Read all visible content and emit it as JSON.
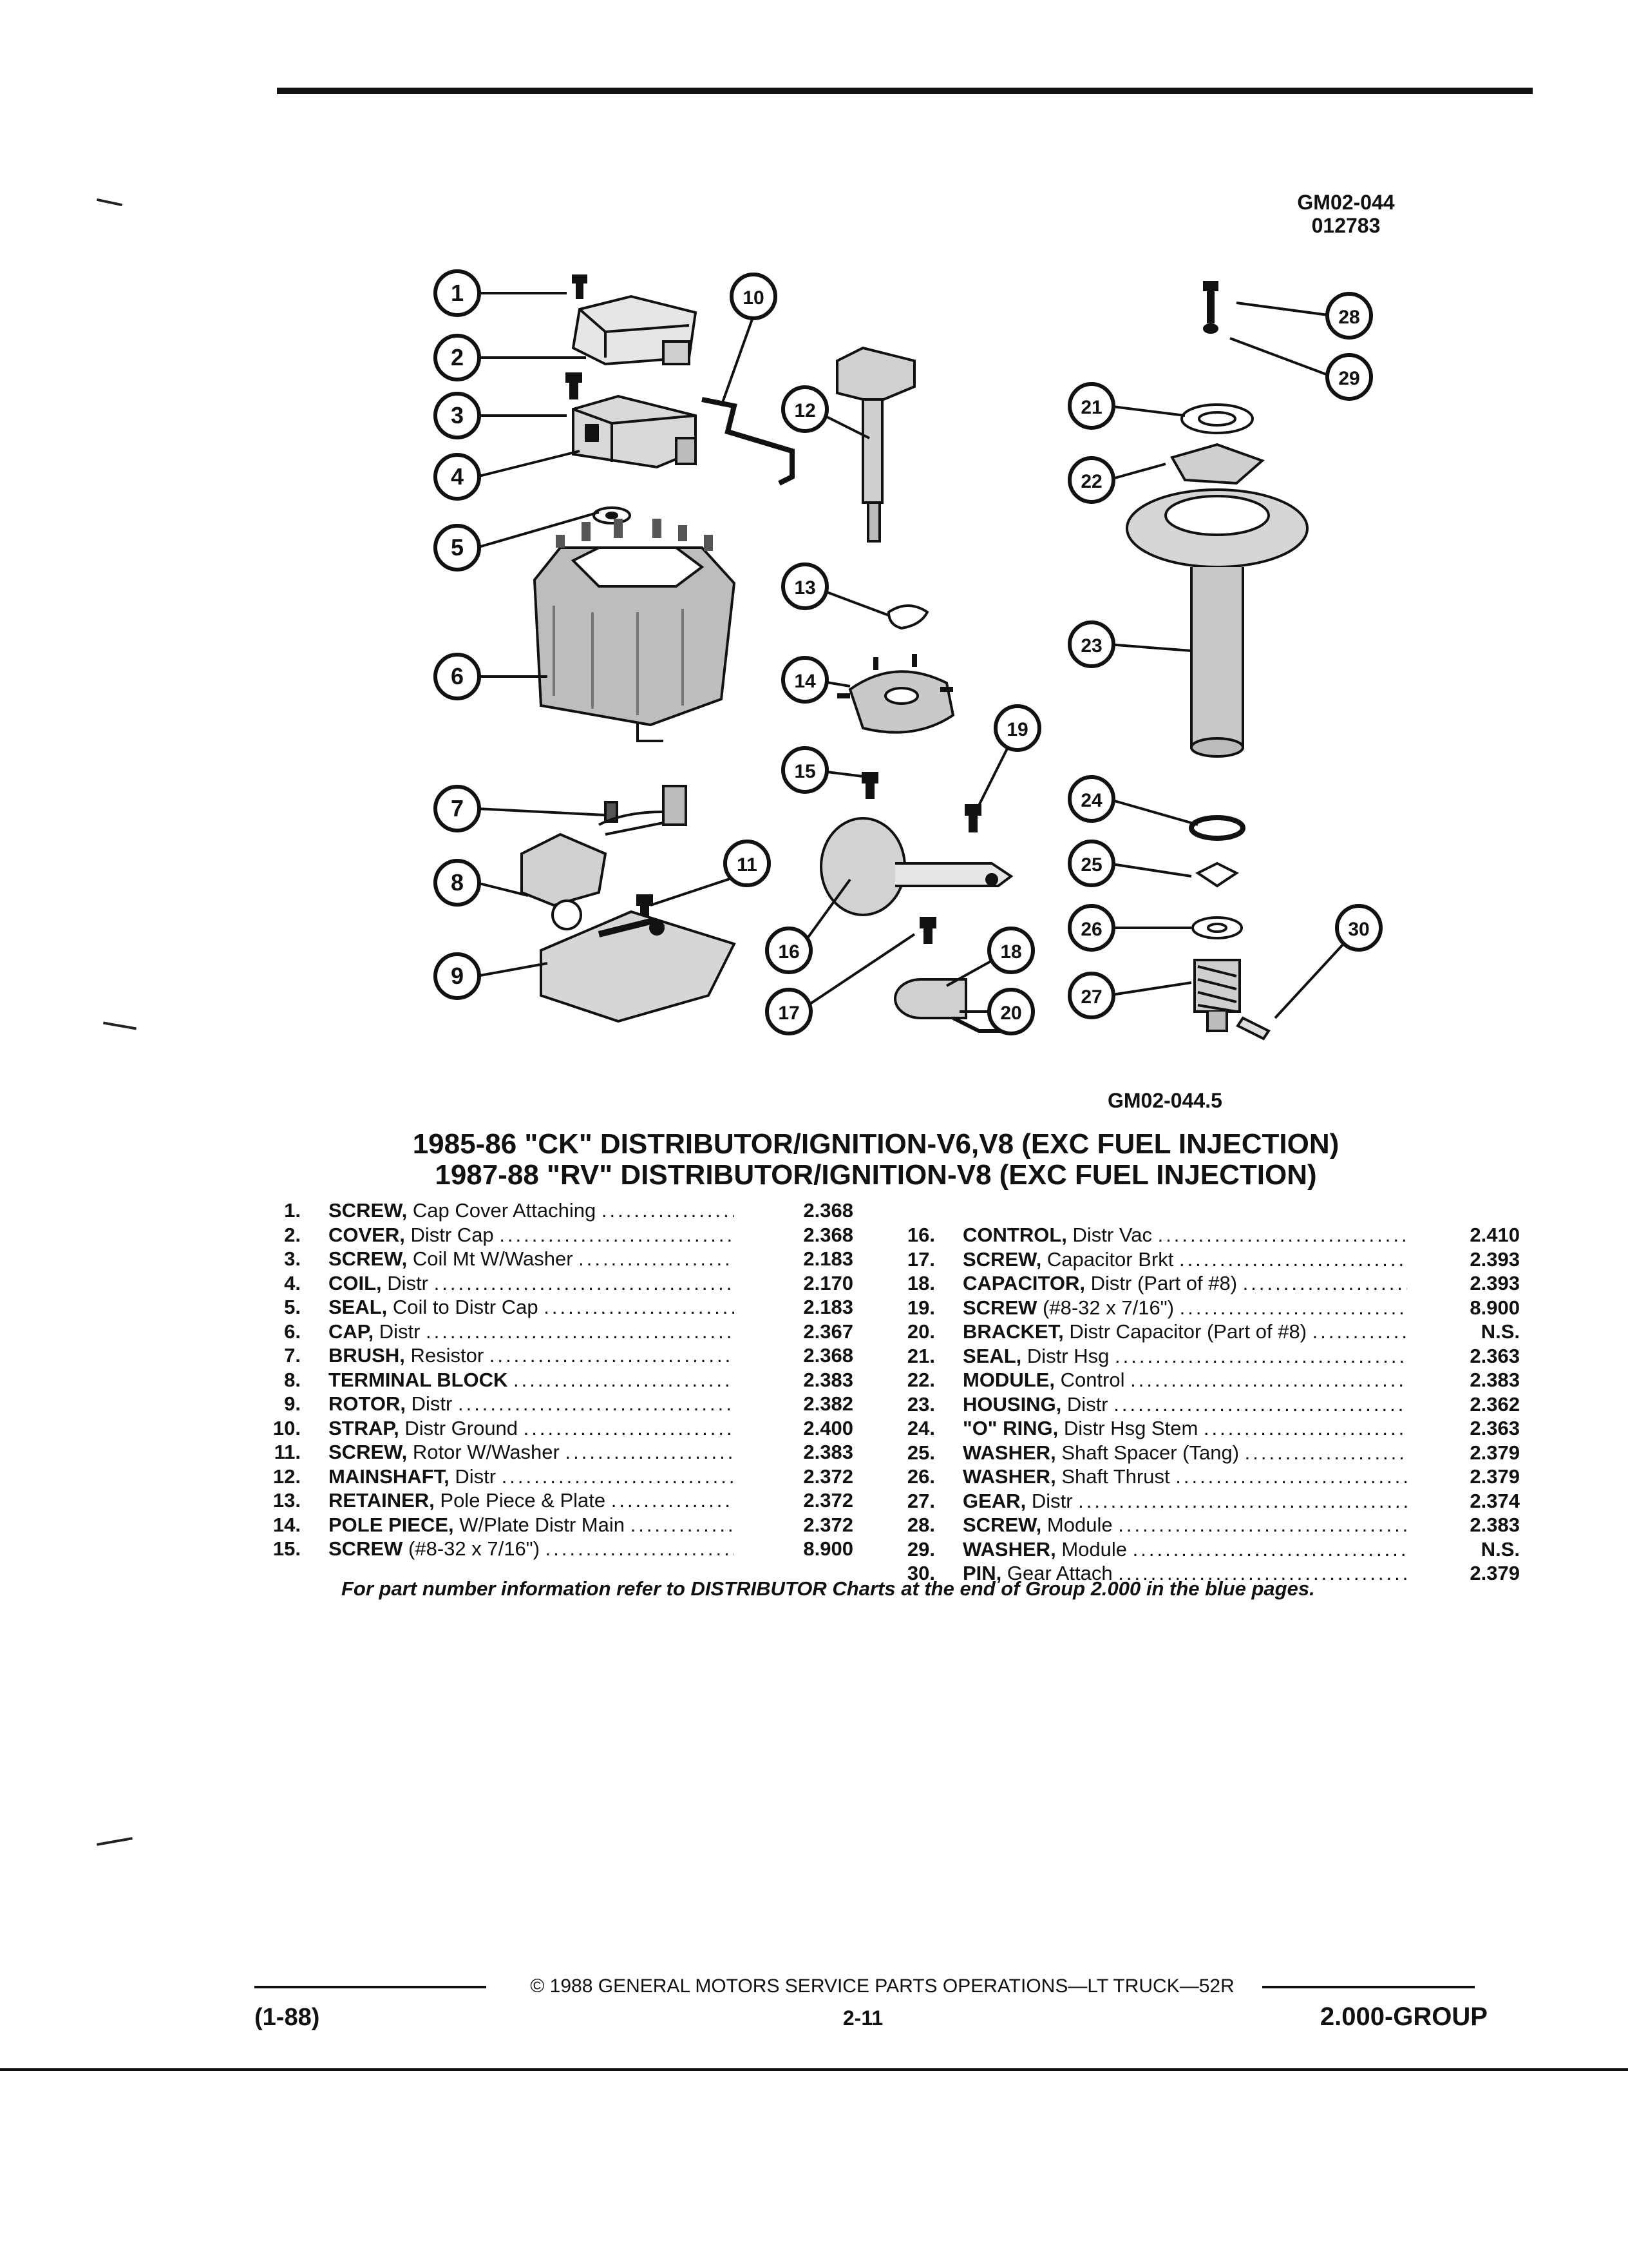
{
  "header": {
    "ref_top_1": "GM02-044",
    "ref_top_2": "012783",
    "ref_diagram": "GM02-044.5"
  },
  "diagram": {
    "callouts": [
      "1",
      "2",
      "3",
      "4",
      "5",
      "6",
      "7",
      "8",
      "9",
      "10",
      "11",
      "12",
      "13",
      "14",
      "15",
      "16",
      "17",
      "18",
      "19",
      "20",
      "21",
      "22",
      "23",
      "24",
      "25",
      "26",
      "27",
      "28",
      "29",
      "30"
    ]
  },
  "titles": {
    "line1": "1985-86 \"CK\" DISTRIBUTOR/IGNITION-V6,V8 (EXC FUEL INJECTION)",
    "line2": "1987-88 \"RV\" DISTRIBUTOR/IGNITION-V8 (EXC FUEL INJECTION)"
  },
  "parts_left": [
    {
      "num": "1.",
      "name": "SCREW,",
      "detail": "Cap Cover Attaching",
      "group": "2.368"
    },
    {
      "num": "2.",
      "name": "COVER,",
      "detail": "Distr Cap",
      "group": "2.368"
    },
    {
      "num": "3.",
      "name": "SCREW,",
      "detail": "Coil Mt W/Washer",
      "group": "2.183"
    },
    {
      "num": "4.",
      "name": "COIL,",
      "detail": "Distr",
      "group": "2.170"
    },
    {
      "num": "5.",
      "name": "SEAL,",
      "detail": "Coil to Distr Cap",
      "group": "2.183"
    },
    {
      "num": "6.",
      "name": "CAP,",
      "detail": "Distr",
      "group": "2.367"
    },
    {
      "num": "7.",
      "name": "BRUSH,",
      "detail": "Resistor",
      "group": "2.368"
    },
    {
      "num": "8.",
      "name": "TERMINAL BLOCK",
      "detail": "",
      "group": "2.383"
    },
    {
      "num": "9.",
      "name": "ROTOR,",
      "detail": "Distr",
      "group": "2.382"
    },
    {
      "num": "10.",
      "name": "STRAP,",
      "detail": "Distr Ground",
      "group": "2.400"
    },
    {
      "num": "11.",
      "name": "SCREW,",
      "detail": "Rotor W/Washer",
      "group": "2.383"
    },
    {
      "num": "12.",
      "name": "MAINSHAFT,",
      "detail": "Distr",
      "group": "2.372"
    },
    {
      "num": "13.",
      "name": "RETAINER,",
      "detail": "Pole Piece & Plate",
      "group": "2.372"
    },
    {
      "num": "14.",
      "name": "POLE PIECE,",
      "detail": "W/Plate Distr Main",
      "group": "2.372"
    },
    {
      "num": "15.",
      "name": "SCREW",
      "detail": "(#8-32 x 7/16\")",
      "group": "8.900"
    }
  ],
  "parts_right": [
    {
      "num": "16.",
      "name": "CONTROL,",
      "detail": "Distr Vac",
      "group": "2.410"
    },
    {
      "num": "17.",
      "name": "SCREW,",
      "detail": "Capacitor Brkt",
      "group": "2.393"
    },
    {
      "num": "18.",
      "name": "CAPACITOR,",
      "detail": "Distr (Part of #8)",
      "group": "2.393"
    },
    {
      "num": "19.",
      "name": "SCREW",
      "detail": "(#8-32 x 7/16\")",
      "group": "8.900"
    },
    {
      "num": "20.",
      "name": "BRACKET,",
      "detail": "Distr Capacitor (Part of #8)",
      "group": "N.S."
    },
    {
      "num": "21.",
      "name": "SEAL,",
      "detail": "Distr Hsg",
      "group": "2.363"
    },
    {
      "num": "22.",
      "name": "MODULE,",
      "detail": "Control",
      "group": "2.383"
    },
    {
      "num": "23.",
      "name": "HOUSING,",
      "detail": "Distr",
      "group": "2.362"
    },
    {
      "num": "24.",
      "name": "\"O\" RING,",
      "detail": "Distr Hsg Stem",
      "group": "2.363"
    },
    {
      "num": "25.",
      "name": "WASHER,",
      "detail": "Shaft Spacer (Tang)",
      "group": "2.379"
    },
    {
      "num": "26.",
      "name": "WASHER,",
      "detail": "Shaft Thrust",
      "group": "2.379"
    },
    {
      "num": "27.",
      "name": "GEAR,",
      "detail": "Distr",
      "group": "2.374"
    },
    {
      "num": "28.",
      "name": "SCREW,",
      "detail": "Module",
      "group": "2.383"
    },
    {
      "num": "29.",
      "name": "WASHER,",
      "detail": "Module",
      "group": "N.S."
    },
    {
      "num": "30.",
      "name": "PIN,",
      "detail": "Gear Attach",
      "group": "2.379"
    }
  ],
  "footnote": "For part number information refer to DISTRIBUTOR Charts at the end of Group 2.000 in the blue pages.",
  "footer": {
    "copyright": "© 1988 GENERAL MOTORS SERVICE PARTS OPERATIONS—LT TRUCK—52R",
    "date": "(1-88)",
    "page": "2-11",
    "group": "2.000-GROUP"
  }
}
